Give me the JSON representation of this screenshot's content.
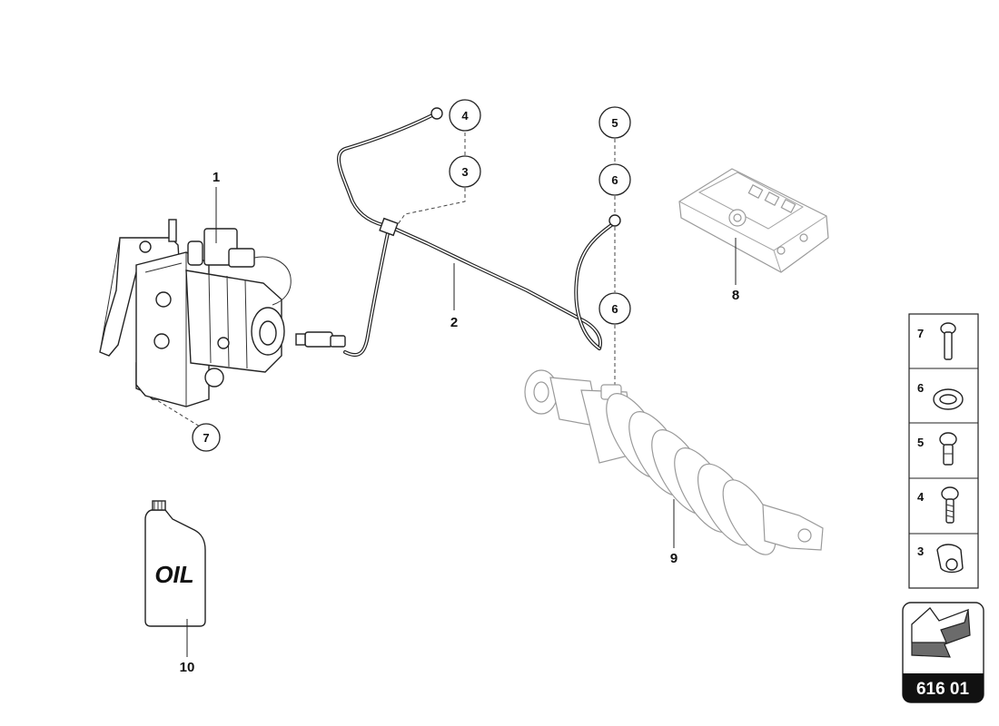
{
  "labels": {
    "pump_unit": "1",
    "pipe_assembly": "2",
    "shock_absorber": "9",
    "control_unit": "8",
    "oil_bottle": "10"
  },
  "callouts": {
    "c4": "4",
    "c3": "3",
    "c5": "5",
    "c6_top": "6",
    "c6_lower": "6",
    "c7": "7"
  },
  "oil_text": "OIL",
  "fastener_table": [
    "7",
    "6",
    "5",
    "4",
    "3"
  ],
  "reference": "616 01"
}
